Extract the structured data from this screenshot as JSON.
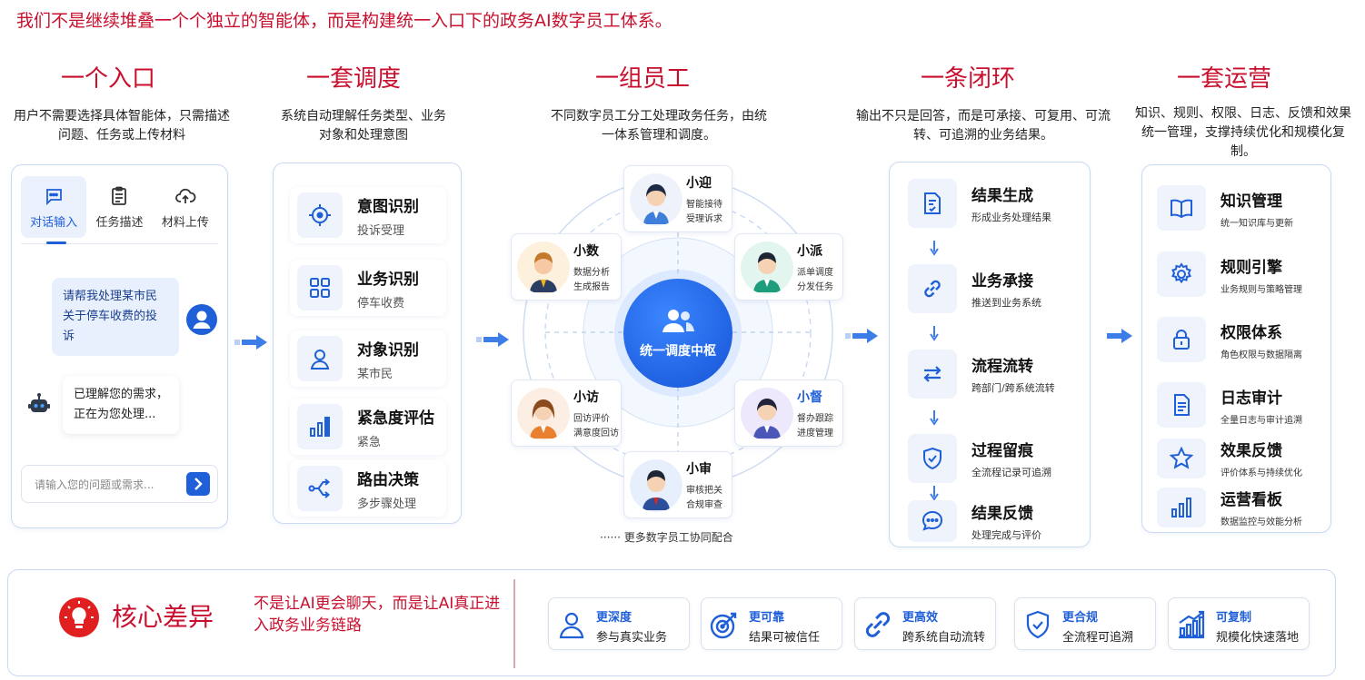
{
  "headline": "我们不是继续堆叠一个个独立的智能体，而是构建统一入口下的政务AI数字员工体系。",
  "columns": [
    {
      "title": "一个入口",
      "desc": "用户不需要选择具体智能体，只需描述问题、任务或上传材料"
    },
    {
      "title": "一套调度",
      "desc": "系统自动理解任务类型、业务对象和处理意图"
    },
    {
      "title": "一组员工",
      "desc": "不同数字员工分工处理政务任务，由统一体系管理和调度。"
    },
    {
      "title": "一条闭环",
      "desc": "输出不只是回答，而是可承接、可复用、可流转、可追溯的业务结果。"
    },
    {
      "title": "一套运营",
      "desc": "知识、规则、权限、日志、反馈和效果统一管理，支撑持续优化和规模化复制。"
    }
  ],
  "entry": {
    "tabs": [
      {
        "label": "对话输入",
        "icon": "chat-icon"
      },
      {
        "label": "任务描述",
        "icon": "clipboard-icon"
      },
      {
        "label": "材料上传",
        "icon": "cloud-upload-icon"
      }
    ],
    "user_msg": "请帮我处理某市民关于停车收费的投诉",
    "bot_msg": "已理解您的需求，正在为您处理...",
    "input_placeholder": "请输入您的问题或需求..."
  },
  "dispatch": [
    {
      "title": "意图识别",
      "sub": "投诉受理",
      "icon": "target-icon"
    },
    {
      "title": "业务识别",
      "sub": "停车收费",
      "icon": "grid-icon"
    },
    {
      "title": "对象识别",
      "sub": "某市民",
      "icon": "user-icon"
    },
    {
      "title": "紧急度评估",
      "sub": "紧急",
      "icon": "bar-chart-icon"
    },
    {
      "title": "路由决策",
      "sub": "多步骤处理",
      "icon": "route-icon"
    }
  ],
  "hub": {
    "label": "统一调度中枢"
  },
  "workers": [
    {
      "name": "小迎",
      "d1": "智能接待",
      "d2": "受理诉求"
    },
    {
      "name": "小数",
      "d1": "数据分析",
      "d2": "生成报告"
    },
    {
      "name": "小派",
      "d1": "派单调度",
      "d2": "分发任务"
    },
    {
      "name": "小访",
      "d1": "回访评价",
      "d2": "满意度回访"
    },
    {
      "name": "小督",
      "d1": "督办跟踪",
      "d2": "进度管理"
    },
    {
      "name": "小审",
      "d1": "审核把关",
      "d2": "合规审查"
    }
  ],
  "more_workers": "······  更多数字员工协同配合",
  "loop": [
    {
      "title": "结果生成",
      "sub": "形成业务处理结果",
      "icon": "document-check-icon"
    },
    {
      "title": "业务承接",
      "sub": "推送到业务系统",
      "icon": "link-icon"
    },
    {
      "title": "流程流转",
      "sub": "跨部门/跨系统流转",
      "icon": "swap-icon"
    },
    {
      "title": "过程留痕",
      "sub": "全流程记录可追溯",
      "icon": "shield-check-icon"
    },
    {
      "title": "结果反馈",
      "sub": "处理完成与评价",
      "icon": "chat-icon"
    }
  ],
  "ops": [
    {
      "title": "知识管理",
      "sub": "统一知识库与更新",
      "icon": "book-icon"
    },
    {
      "title": "规则引擎",
      "sub": "业务规则与策略管理",
      "icon": "gear-icon"
    },
    {
      "title": "权限体系",
      "sub": "角色权限与数据隔离",
      "icon": "lock-icon"
    },
    {
      "title": "日志审计",
      "sub": "全量日志与审计追溯",
      "icon": "log-icon"
    },
    {
      "title": "效果反馈",
      "sub": "评价体系与持续优化",
      "icon": "star-icon"
    },
    {
      "title": "运营看板",
      "sub": "数据监控与效能分析",
      "icon": "bar-chart-icon"
    }
  ],
  "core": {
    "title": "核心差异",
    "desc": "不是让AI更会聊天，而是让AI真正进入政务业务链路",
    "pills": [
      {
        "t": "更深度",
        "s": "参与真实业务",
        "icon": "user-icon"
      },
      {
        "t": "更可靠",
        "s": "结果可被信任",
        "icon": "target-arrow-icon"
      },
      {
        "t": "更高效",
        "s": "跨系统自动流转",
        "icon": "link-icon"
      },
      {
        "t": "更合规",
        "s": "全流程可追溯",
        "icon": "shield-check-icon"
      },
      {
        "t": "可复制",
        "s": "规模化快速落地",
        "icon": "growth-chart-icon"
      }
    ]
  },
  "colors": {
    "accent": "#1f5fd8",
    "red": "#c8102e"
  }
}
